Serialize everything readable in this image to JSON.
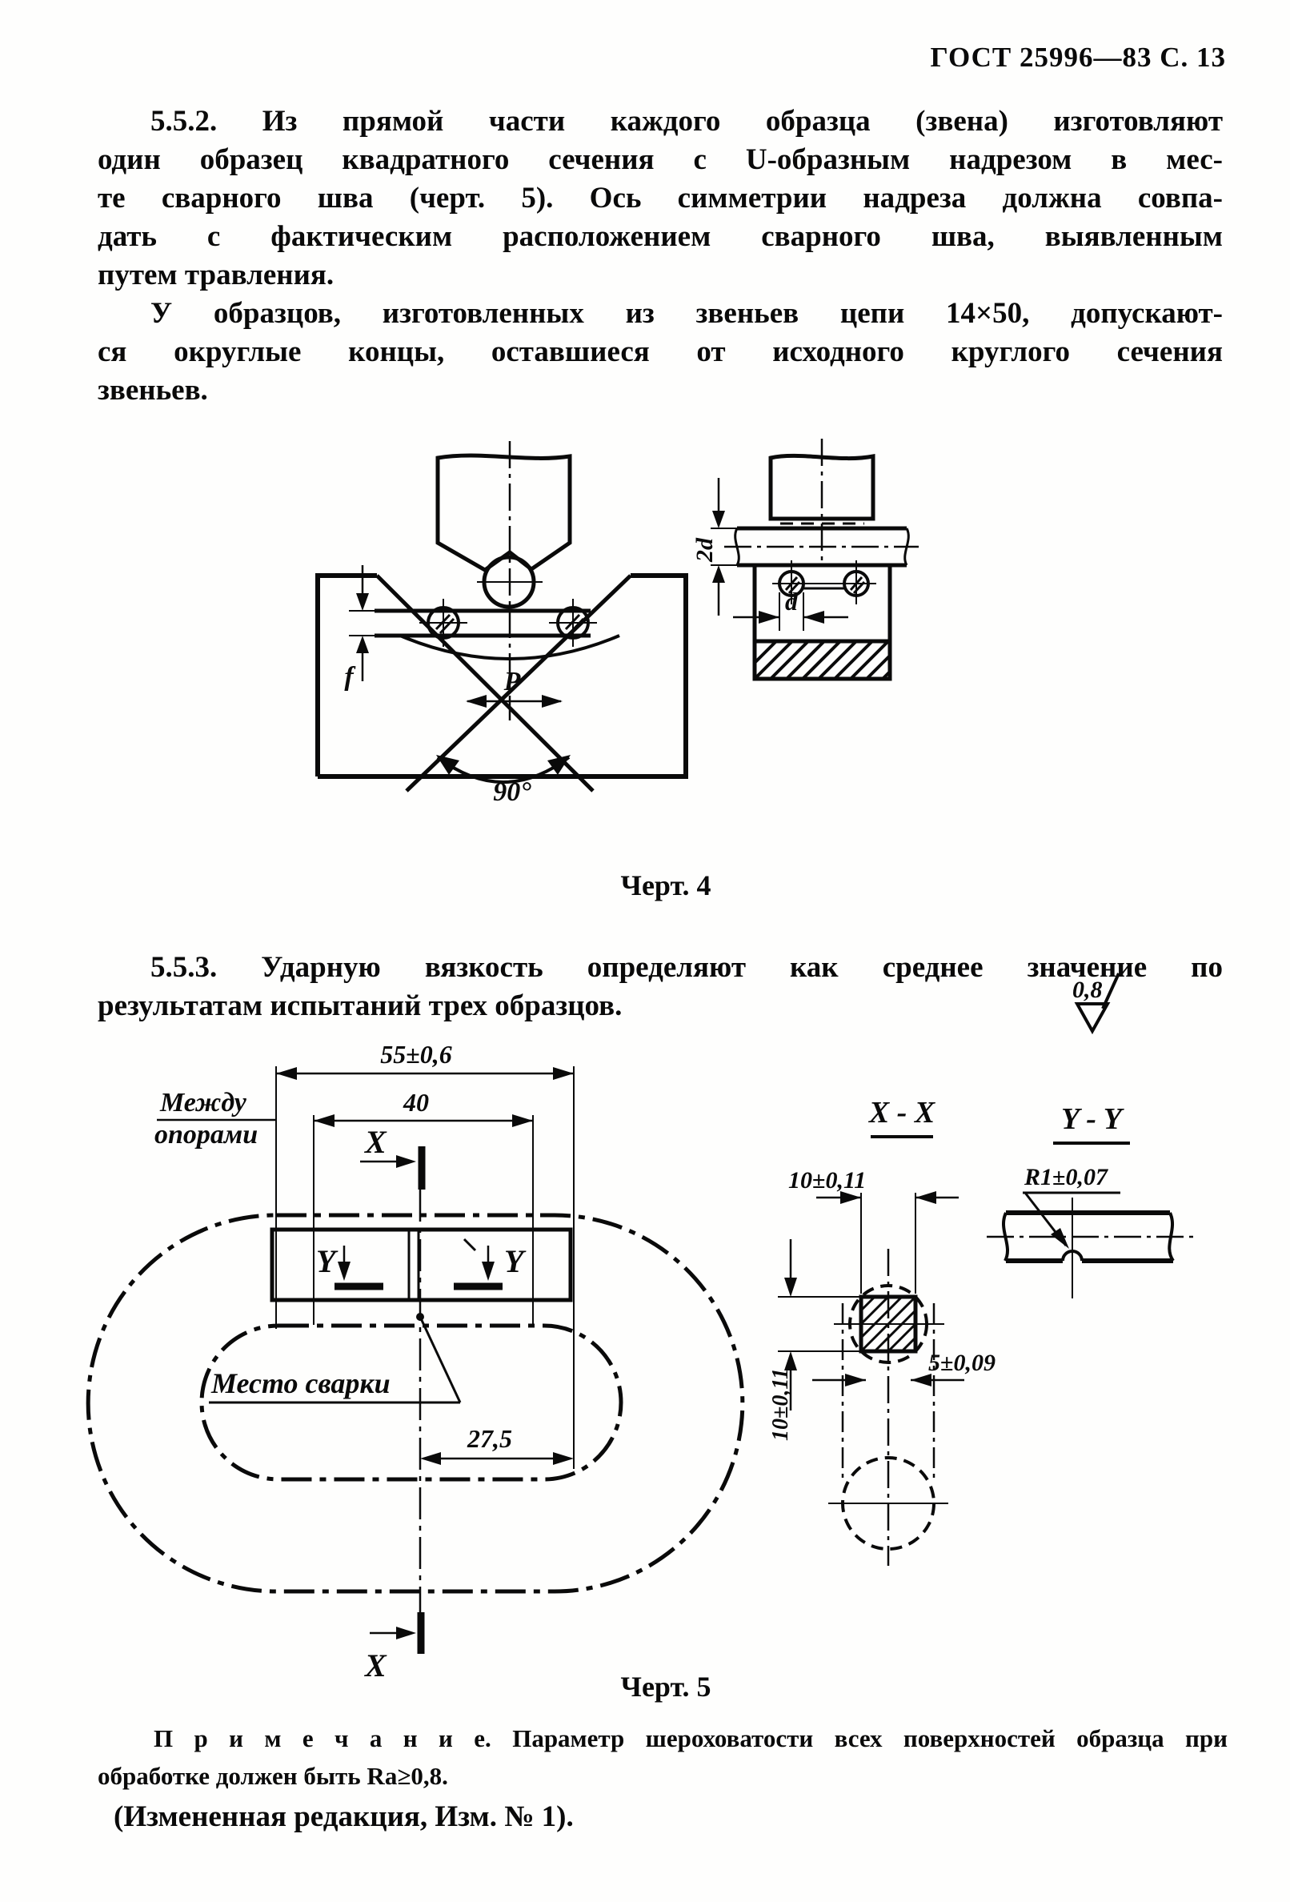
{
  "header": {
    "title": "ГОСТ 25996—83 С. 13"
  },
  "para_552": {
    "lines": [
      "5.5.2. Из прямой части каждого образца (звена) изготовляют",
      "один образец квадратного сечения с U-образным надрезом в мес-",
      "те сварного шва (черт. 5). Ось симметрии надреза должна совпа-",
      "дать с фактическим расположением сварного шва, выявленным",
      "путем травления."
    ]
  },
  "para_552b": {
    "lines": [
      "У образцов, изготовленных из звеньев цепи 14×50, допускают-",
      "ся округлые концы, оставшиеся от исходного круглого сечения",
      "звеньев."
    ]
  },
  "fig4": {
    "caption": "Черт. 4",
    "labels": {
      "f": "f",
      "p": "P",
      "angle": "90°",
      "two_d": "2d",
      "d": "d"
    }
  },
  "para_553": {
    "lines": [
      "5.5.3. Ударную вязкость определяют как среднее значение по",
      "результатам испытаний трех образцов."
    ]
  },
  "fig5": {
    "caption": "Черт.  5",
    "roughness": "0,8",
    "dims": {
      "d55": "55±0,6",
      "d40": "40",
      "d275": "27,5",
      "d10h": "10±0,11",
      "d10v": "10±0,11",
      "d5": "5±0,09",
      "r1": "R1±0,07"
    },
    "labels": {
      "between1": "Между",
      "between2": "опорами",
      "weld": "Место сварки",
      "x_top": "X",
      "x_bottom": "X",
      "y_left": "Y",
      "y_right": "Y",
      "xx": "X - X",
      "yy": "Y - Y"
    }
  },
  "note": {
    "lines": [
      "П р и м е ч а н и е.  Параметр шероховатости всех поверхностей образца при",
      "обработке должен быть Ra≥0,8."
    ]
  },
  "amendment": {
    "text": "(Измененная редакция, Изм. № 1)."
  }
}
